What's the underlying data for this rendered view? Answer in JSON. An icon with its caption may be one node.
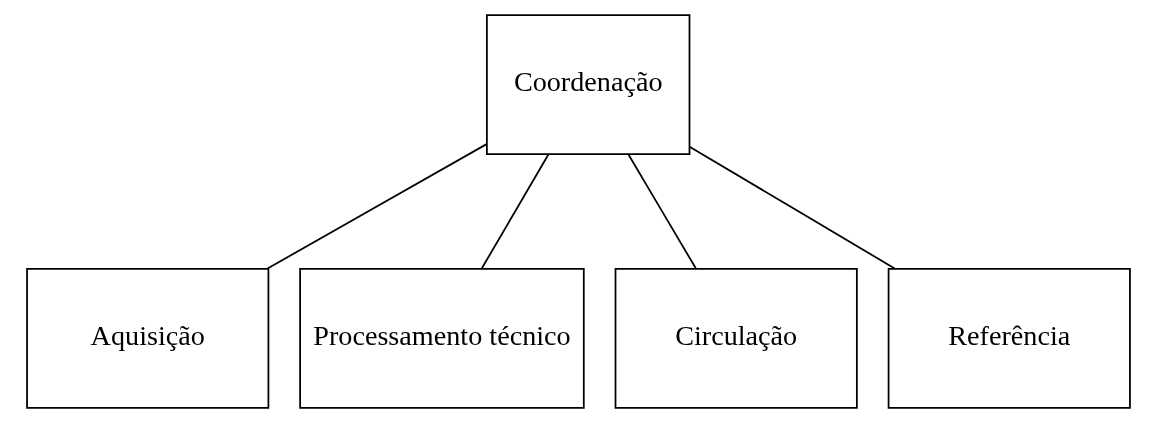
{
  "diagram": {
    "nodes": [
      {
        "text": [
          "Coordenação"
        ]
      },
      {
        "text": [
          "Aquisição"
        ]
      },
      {
        "text": [
          "Processamento técnico"
        ]
      },
      {
        "text": [
          "Circulação"
        ]
      },
      {
        "text": [
          "Referência"
        ]
      }
    ],
    "edges": [
      {
        "from": 0,
        "to": 1,
        "arrow": "none"
      },
      {
        "from": 0,
        "to": 2,
        "arrow": "none"
      },
      {
        "from": 0,
        "to": 3,
        "arrow": "none"
      },
      {
        "from": 0,
        "to": 4,
        "arrow": "none"
      }
    ]
  }
}
